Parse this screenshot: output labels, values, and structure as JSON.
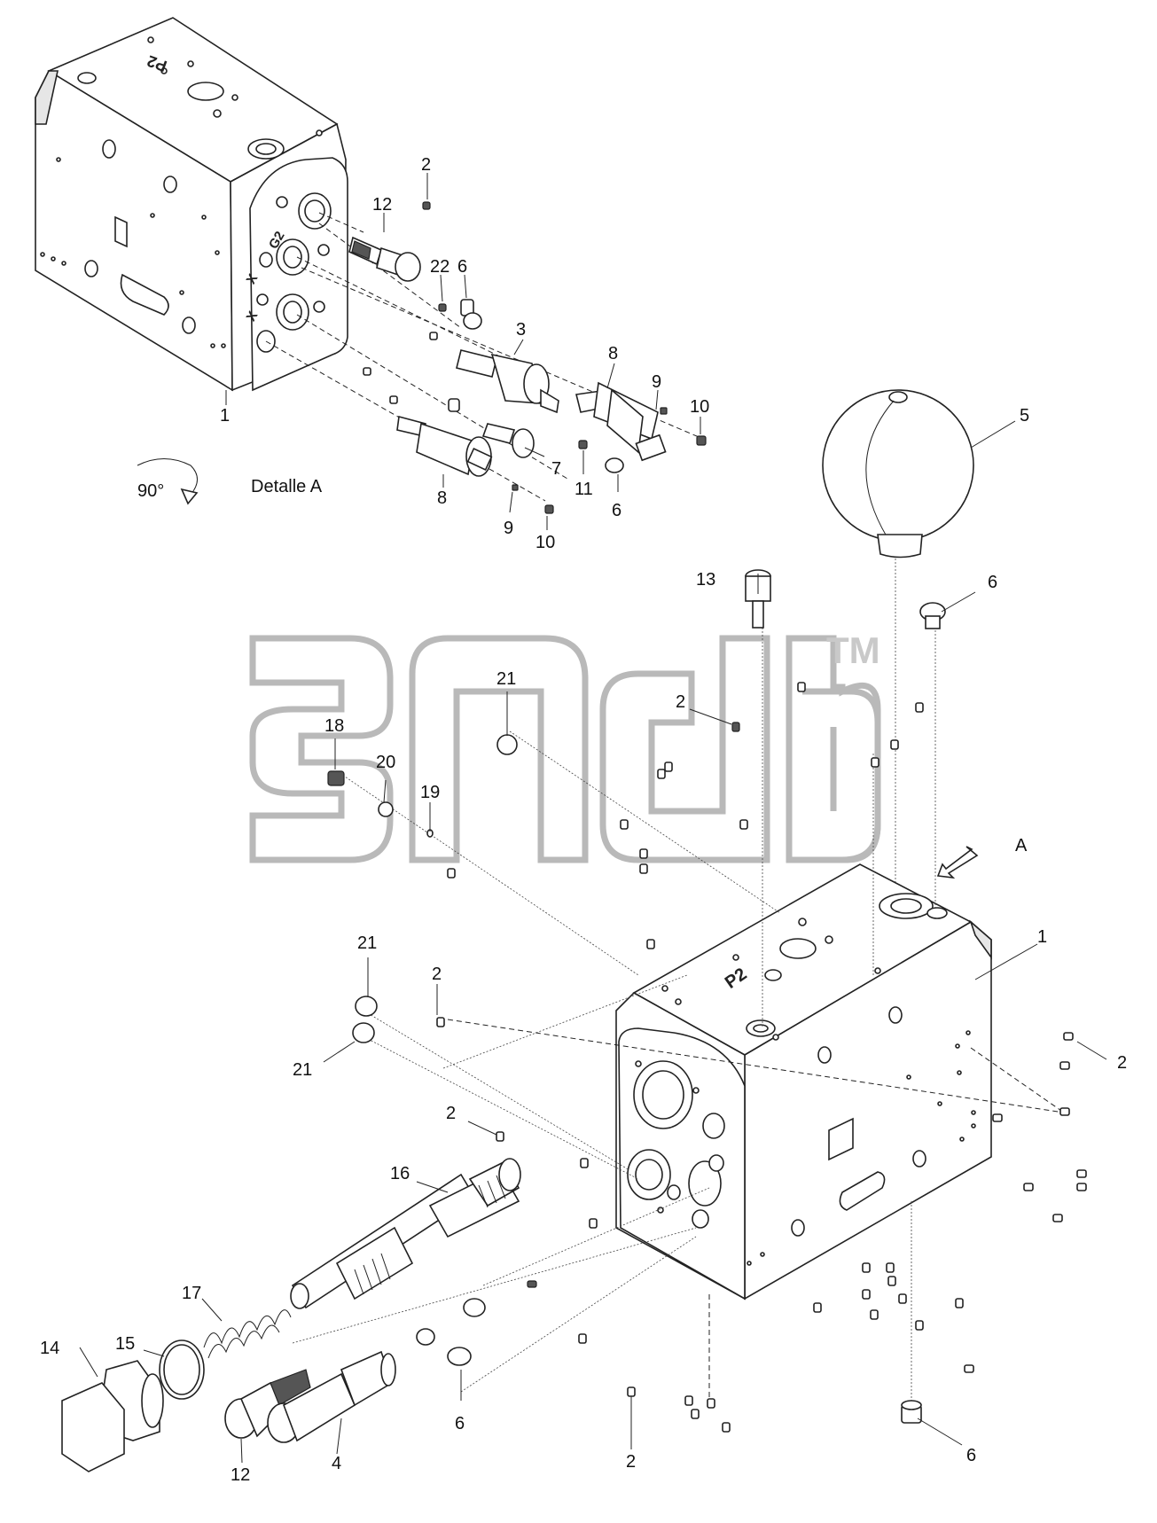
{
  "diagram": {
    "upper_view": {
      "detail_label": "Detalle A",
      "rotation_label": "90°",
      "block_stamps": [
        "P2",
        "G2",
        "X",
        "X"
      ]
    },
    "lower_view": {
      "block_stamp": "P2",
      "view_arrow_label": "A"
    },
    "watermark": {
      "tm": "TM"
    },
    "callouts": {
      "u_1": "1",
      "u_2": "2",
      "u_3": "3",
      "u_6a": "6",
      "u_6b": "6",
      "u_7": "7",
      "u_8a": "8",
      "u_8b": "8",
      "u_9a": "9",
      "u_9b": "9",
      "u_10a": "10",
      "u_10b": "10",
      "u_11": "11",
      "u_12": "12",
      "u_22": "22",
      "l_1": "1",
      "l_2a": "2",
      "l_2b": "2",
      "l_2c": "2",
      "l_2d": "2",
      "l_2e": "2",
      "l_4": "4",
      "l_5": "5",
      "l_6a": "6",
      "l_6b": "6",
      "l_6c": "6",
      "l_12": "12",
      "l_13": "13",
      "l_14": "14",
      "l_15": "15",
      "l_16": "16",
      "l_17": "17",
      "l_18": "18",
      "l_19": "19",
      "l_20": "20",
      "l_21a": "21",
      "l_21b": "21",
      "l_21c": "21"
    }
  }
}
